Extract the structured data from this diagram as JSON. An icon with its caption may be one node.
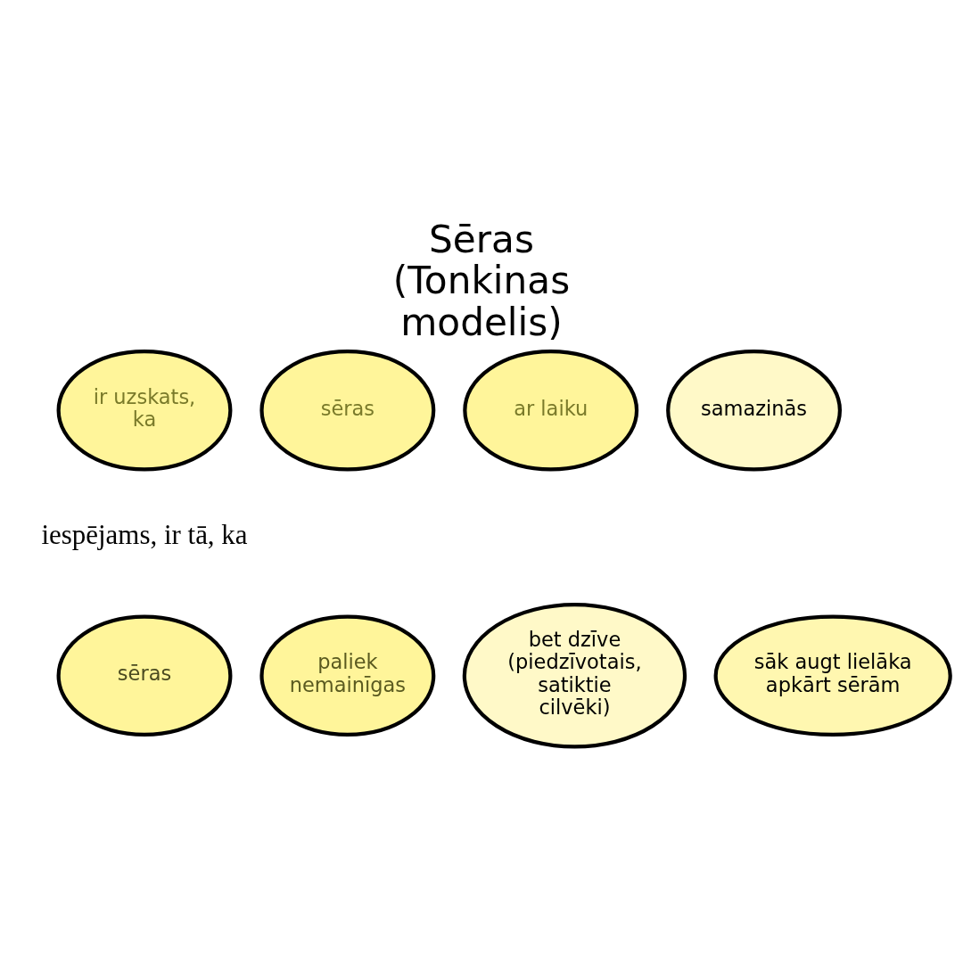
{
  "diagram": {
    "title": "Sēras (Tonkinas modelis)",
    "nodes": [
      {
        "text": [
          "ir uzskats, ka"
        ]
      },
      {
        "text": [
          "sēras"
        ]
      },
      {
        "text": [
          "ar laiku"
        ]
      },
      {
        "text": [
          "samazinās"
        ]
      },
      {
        "text": [
          "sēras"
        ]
      },
      {
        "text": [
          "paliek nemainīgas"
        ]
      },
      {
        "text": [
          "bet dzīve (piedzīvotais, satiktie cilvēki)"
        ]
      },
      {
        "text": [
          "sāk augt lielāka apkārt sērām"
        ]
      }
    ],
    "labels": [
      "iespējams, ir tā, ka"
    ]
  }
}
